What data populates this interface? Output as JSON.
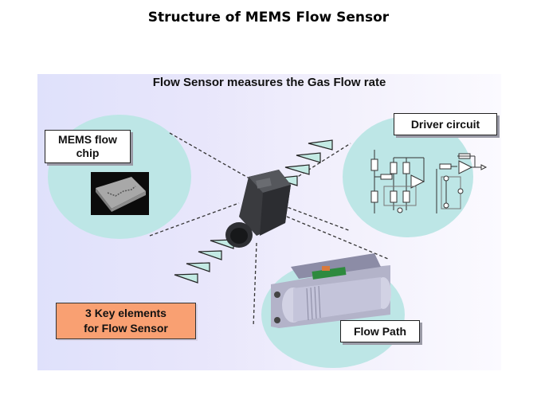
{
  "slide": {
    "title": "Structure of MEMS Flow Sensor"
  },
  "panel": {
    "title": "Flow Sensor measures the Gas Flow rate",
    "background_color": "#e4e4fa",
    "ellipse_color": "#bde6e6"
  },
  "elements": {
    "mems_chip": {
      "label_line1": "MEMS flow",
      "label_line2": "chip",
      "image": "mems-chip-photo"
    },
    "driver_circuit": {
      "label": "Driver circuit",
      "image": "circuit-schematic"
    },
    "flow_path": {
      "label": "Flow Path",
      "image": "flow-path-cutaway"
    }
  },
  "key_box": {
    "line1": "3 Key elements",
    "line2": "for Flow Sensor",
    "color": "#f9a072"
  },
  "center_device": {
    "image": "flow-sensor-device"
  },
  "flow_arrows": {
    "icon": "flow-direction-triangle",
    "count_top": 4,
    "count_bottom": 4,
    "color": "#c3eae4"
  }
}
